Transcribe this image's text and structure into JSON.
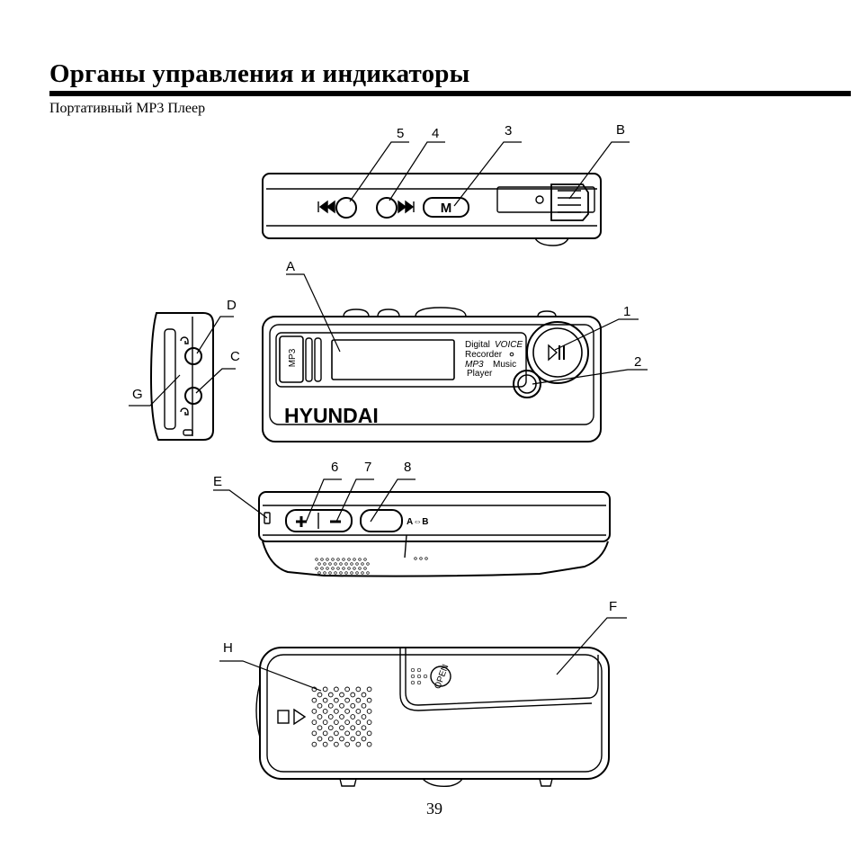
{
  "page": {
    "title": "Органы управления и индикаторы",
    "subtitle": "Портативный MP3 Плеер",
    "page_number": "39"
  },
  "device": {
    "brand": "HYUNDAI",
    "mp3_badge": "MP3",
    "display_lines": [
      "Digital",
      "VOICE",
      "Recorder",
      "MP3",
      "Music",
      "Player"
    ],
    "menu_button_label": "M",
    "ab_label": "A⇔B",
    "open_label": "OPEN"
  },
  "callouts": {
    "c1": "1",
    "c2": "2",
    "c3": "3",
    "c4": "4",
    "c5": "5",
    "c6": "6",
    "c7": "7",
    "c8": "8",
    "cA": "A",
    "cB": "B",
    "cC": "C",
    "cD": "D",
    "cE": "E",
    "cF": "F",
    "cG": "G",
    "cH": "H"
  }
}
